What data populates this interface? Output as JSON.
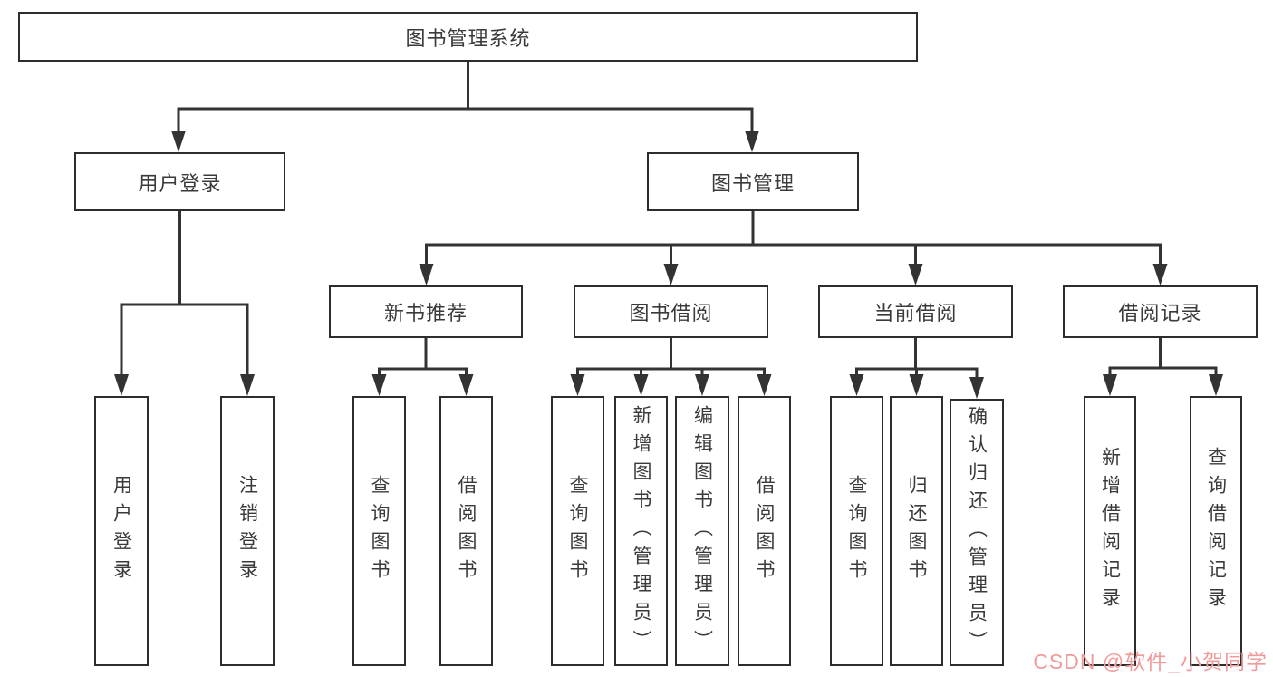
{
  "colors": {
    "line": "#333333",
    "box_border": "#2d2d2d",
    "text": "#3a3a3a",
    "background": "#ffffff",
    "watermark": "#f09b9b"
  },
  "watermark": {
    "text": "CSDN @软件_小贺同学"
  },
  "tree": {
    "root": {
      "label": "图书管理系统"
    },
    "branches": [
      {
        "label": "用户登录",
        "children": [
          {
            "label": "用户登录"
          },
          {
            "label": "注销登录"
          }
        ]
      },
      {
        "label": "图书管理",
        "children": [
          {
            "label": "新书推荐",
            "children": [
              {
                "label": "查询图书"
              },
              {
                "label": "借阅图书"
              }
            ]
          },
          {
            "label": "图书借阅",
            "children": [
              {
                "label": "查询图书"
              },
              {
                "label": "新增图书（管理员）"
              },
              {
                "label": "编辑图书（管理员）"
              },
              {
                "label": "借阅图书"
              }
            ]
          },
          {
            "label": "当前借阅",
            "children": [
              {
                "label": "查询图书"
              },
              {
                "label": "归还图书"
              },
              {
                "label": "确认归还（管理员）"
              }
            ]
          },
          {
            "label": "借阅记录",
            "children": [
              {
                "label": "新增借阅记录"
              },
              {
                "label": "查询借阅记录"
              }
            ]
          }
        ]
      }
    ]
  }
}
